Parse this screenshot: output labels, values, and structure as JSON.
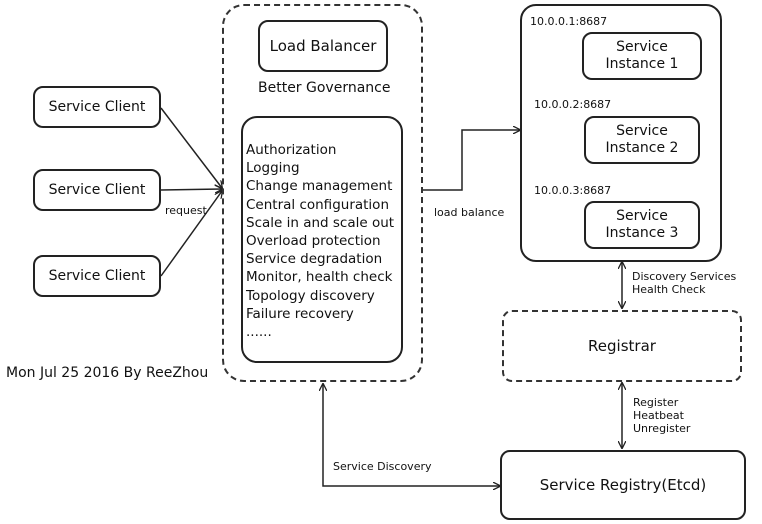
{
  "gateway": {
    "load_balancer_label": "Load Balancer",
    "subtitle": "Better Governance",
    "features": [
      "Authorization",
      "Logging",
      "Change management",
      "Central configuration",
      "Scale in and scale out",
      "Overload protection",
      "Service degradation",
      "Monitor, health check",
      "Topology discovery",
      "Failure recovery",
      "......"
    ]
  },
  "clients": [
    {
      "label": "Service Client"
    },
    {
      "label": "Service Client"
    },
    {
      "label": "Service Client"
    }
  ],
  "request_label": "request",
  "load_balance_label": "load balance",
  "instances": [
    {
      "address": "10.0.0.1:8687",
      "line1": "Service",
      "line2": "Instance 1"
    },
    {
      "address": "10.0.0.2:8687",
      "line1": "Service",
      "line2": "Instance 2"
    },
    {
      "address": "10.0.0.3:8687",
      "line1": "Service",
      "line2": "Instance 3"
    }
  ],
  "discovery_health": {
    "line1": "Discovery Services",
    "line2": "Health Check"
  },
  "registrar_label": "Registrar",
  "register_ops": {
    "line1": "Register",
    "line2": "Heatbeat",
    "line3": "Unregister"
  },
  "registry_label": "Service Registry(Etcd)",
  "service_discovery_label": "Service Discovery",
  "footer": "Mon Jul 25 2016 By ReeZhou"
}
